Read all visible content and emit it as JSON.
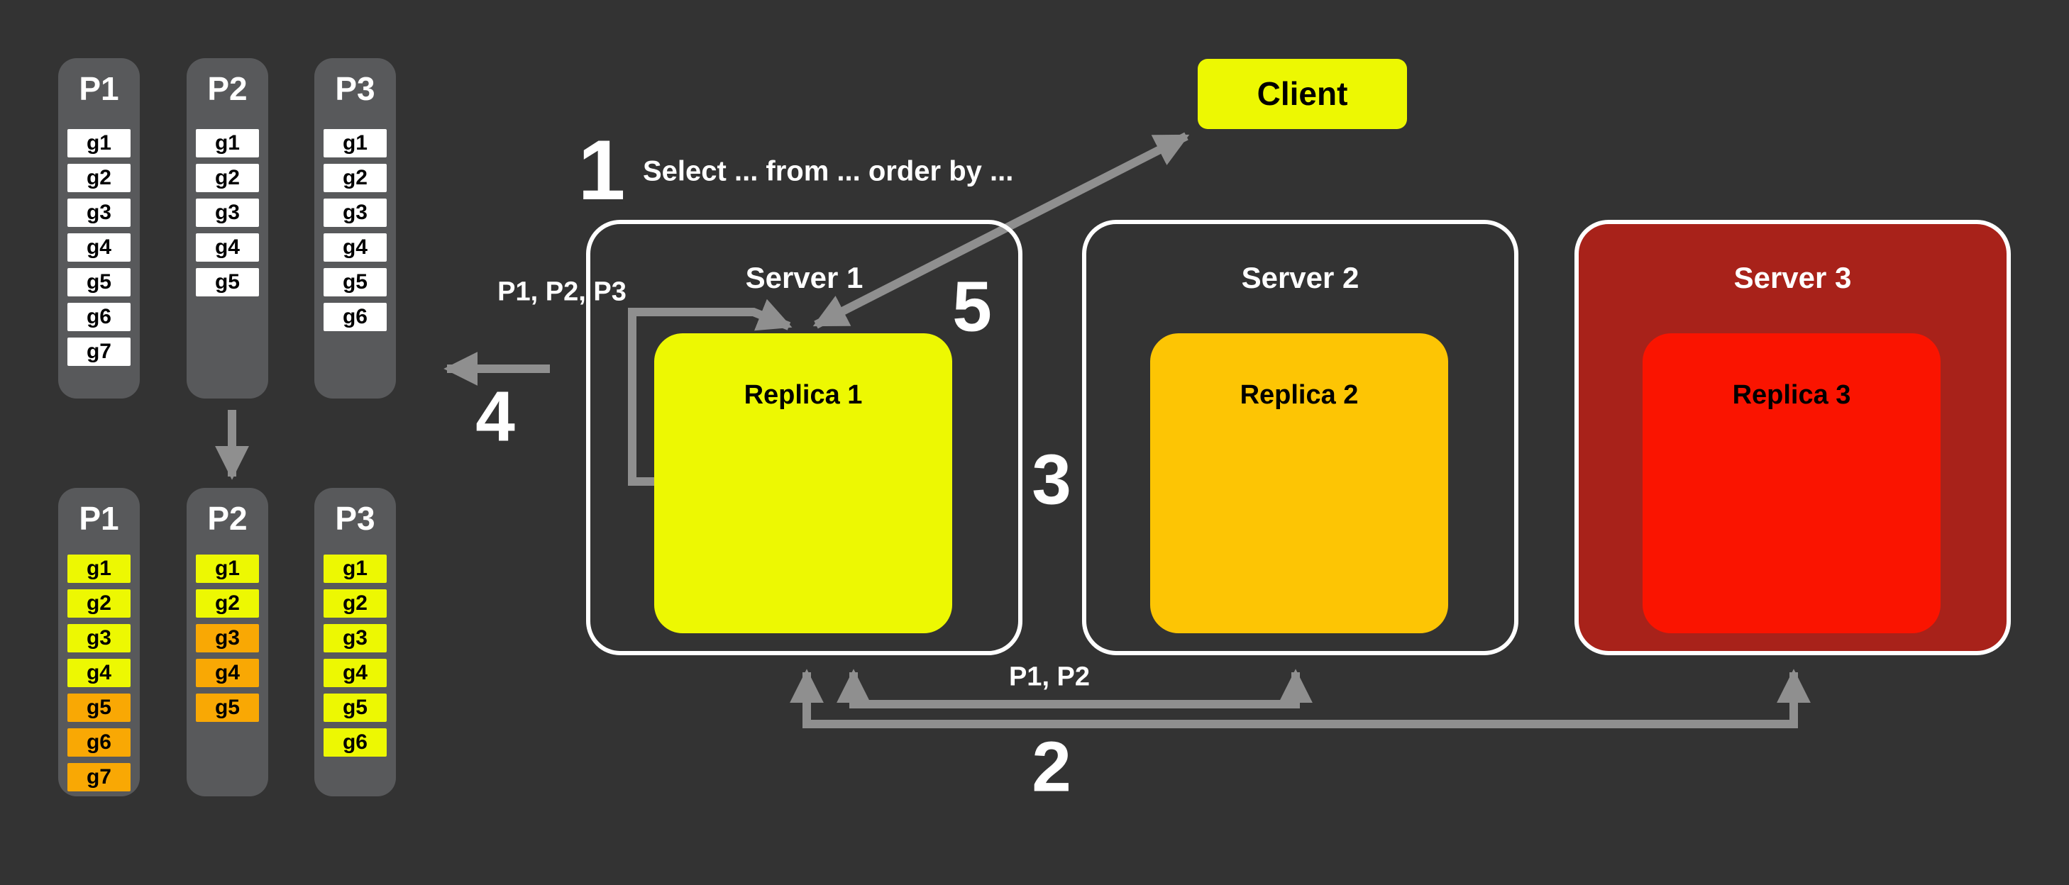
{
  "colors": {
    "background": "#333333",
    "partition_panel": "#58595B",
    "yellow": "#EDF802",
    "amber": "#FDC504",
    "orange": "#F9A804",
    "server3_fill": "#A8221A",
    "replica3_fill": "#FA1400",
    "arrow_gray": "#8F8F8F",
    "text_white": "#FFFFFF",
    "text_black": "#000000"
  },
  "client": {
    "label": "Client"
  },
  "query": {
    "step": "1",
    "text": "Select ... from ... order by ..."
  },
  "steps": {
    "two": "2",
    "three": "3",
    "four": "4",
    "five": "5"
  },
  "labels": {
    "partitions_loop": "P1, P2, P3",
    "partitions_scatter": "P1, P2"
  },
  "servers": [
    {
      "title": "Server 1",
      "replica": "Replica 1"
    },
    {
      "title": "Server 2",
      "replica": "Replica 2"
    },
    {
      "title": "Server 3",
      "replica": "Replica 3"
    }
  ],
  "top_partitions": [
    {
      "title": "P1",
      "cells": [
        "g1",
        "g2",
        "g3",
        "g4",
        "g5",
        "g6",
        "g7"
      ]
    },
    {
      "title": "P2",
      "cells": [
        "g1",
        "g2",
        "g3",
        "g4",
        "g5"
      ]
    },
    {
      "title": "P3",
      "cells": [
        "g1",
        "g2",
        "g3",
        "g4",
        "g5",
        "g6"
      ]
    }
  ],
  "bottom_partitions": [
    {
      "title": "P1",
      "cells": [
        {
          "label": "g1",
          "state": "yellow"
        },
        {
          "label": "g2",
          "state": "yellow"
        },
        {
          "label": "g3",
          "state": "yellow"
        },
        {
          "label": "g4",
          "state": "yellow"
        },
        {
          "label": "g5",
          "state": "orange"
        },
        {
          "label": "g6",
          "state": "orange"
        },
        {
          "label": "g7",
          "state": "orange"
        }
      ]
    },
    {
      "title": "P2",
      "cells": [
        {
          "label": "g1",
          "state": "yellow"
        },
        {
          "label": "g2",
          "state": "yellow"
        },
        {
          "label": "g3",
          "state": "orange"
        },
        {
          "label": "g4",
          "state": "orange"
        },
        {
          "label": "g5",
          "state": "orange"
        }
      ]
    },
    {
      "title": "P3",
      "cells": [
        {
          "label": "g1",
          "state": "yellow"
        },
        {
          "label": "g2",
          "state": "yellow"
        },
        {
          "label": "g3",
          "state": "yellow"
        },
        {
          "label": "g4",
          "state": "yellow"
        },
        {
          "label": "g5",
          "state": "yellow"
        },
        {
          "label": "g6",
          "state": "yellow"
        }
      ]
    }
  ]
}
